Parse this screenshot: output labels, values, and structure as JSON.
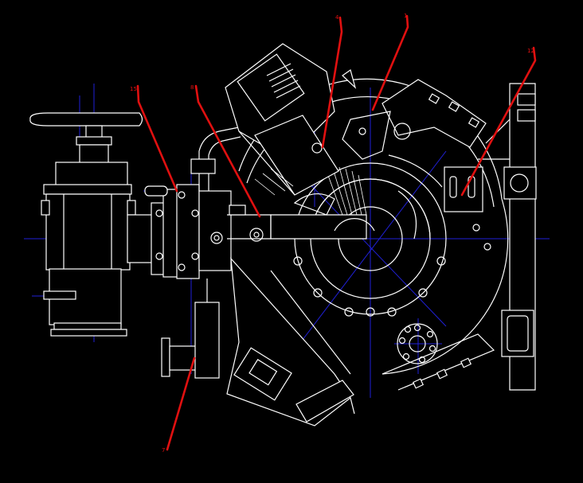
{
  "drawing": {
    "background": "#000000",
    "outline_color": "#ffffff",
    "centerline_color": "#2020d8",
    "leader_color": "#e01010"
  },
  "callouts": [
    {
      "label": "4"
    },
    {
      "label": "1"
    },
    {
      "label": "12"
    },
    {
      "label": "15"
    },
    {
      "label": "8"
    },
    {
      "label": "7"
    }
  ]
}
